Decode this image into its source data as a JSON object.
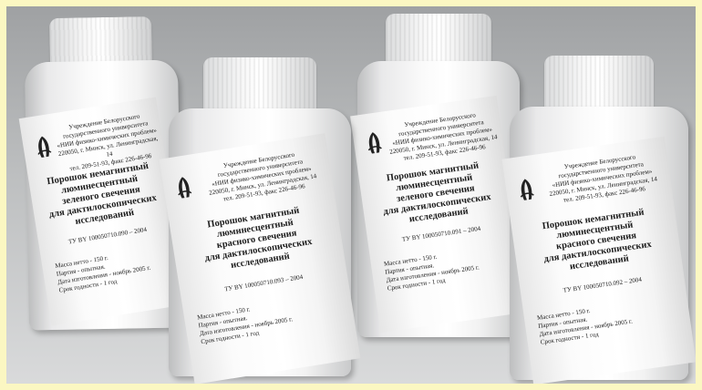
{
  "bottles": [
    {
      "org_line1": "Учреждение Белорусского",
      "org_line2": "государственного университета",
      "org_line3": "«НИИ физико-химических проблем»",
      "address": "220050, г. Минск, ул. Ленинградская, 14",
      "phone": "тел. 209-51-93, факс 226-46-96",
      "title1": "Порошок немагнитный",
      "title2": "люминесцентный",
      "title3": "зеленого свечения",
      "title4": "для дактилоскопических",
      "title5": "исследований",
      "tu": "ТУ BY 100050710.090 – 2004",
      "mass": "Масса нетто - 150 г.",
      "batch": "Партия - опытная.",
      "made": "Дата изготовления - ноябрь 2005 г.",
      "shelf": "Срок годности - 1 год"
    },
    {
      "org_line1": "Учреждение Белорусского",
      "org_line2": "государственного университета",
      "org_line3": "«НИИ физико-химических проблем»",
      "address": "220050, г. Минск, ул. Ленинградская, 14",
      "phone": "тел. 209-51-93, факс 226-46-96",
      "title1": "Порошок магнитный",
      "title2": "люминесцентный",
      "title3": "красного свечения",
      "title4": "для дактилоскопических",
      "title5": "исследований",
      "tu": "ТУ BY 100050710.093 – 2004",
      "mass": "Масса нетто - 150 г.",
      "batch": "Партия - опытная.",
      "made": "Дата изготовления - ноябрь 2005 г.",
      "shelf": "Срок годности - 1 год"
    },
    {
      "org_line1": "Учреждение Белорусского",
      "org_line2": "государственного университета",
      "org_line3": "«НИИ физико-химических проблем»",
      "address": "220050, г. Минск, ул. Ленинградская, 14",
      "phone": "тел. 209-51-93, факс 226-46-96",
      "title1": "Порошок магнитный",
      "title2": "люминесцентный",
      "title3": "зеленого свечения",
      "title4": "для дактилоскопических",
      "title5": "исследований",
      "tu": "ТУ BY 100050710.091 – 2004",
      "mass": "Масса нетто - 150 г.",
      "batch": "Партия - опытная.",
      "made": "Дата изготовления - ноябрь 2005 г.",
      "shelf": "Срок годности - 1 год"
    },
    {
      "org_line1": "Учреждение Белорусского",
      "org_line2": "государственного университета",
      "org_line3": "«НИИ физико-химических проблем»",
      "address": "220050, г. Минск, ул. Ленинградская, 14",
      "phone": "тел. 209-51-93, факс 226-46-96",
      "title1": "Порошок немагнитный",
      "title2": "люминесцентный",
      "title3": "красного свечения",
      "title4": "для дактилоскопических",
      "title5": "исследований",
      "tu": "ТУ BY 100050710.092 – 2004",
      "mass": "Масса нетто - 150 г.",
      "batch": "Партия - опытная.",
      "made": "Дата изготовления - ноябрь 2005 г.",
      "shelf": "Срок годности - 1 год"
    }
  ],
  "colors": {
    "frame": "#fbf7c2",
    "background": "#bdbfc0",
    "bottle": "#f7f7f7",
    "label_text": "#1c1c1c"
  }
}
